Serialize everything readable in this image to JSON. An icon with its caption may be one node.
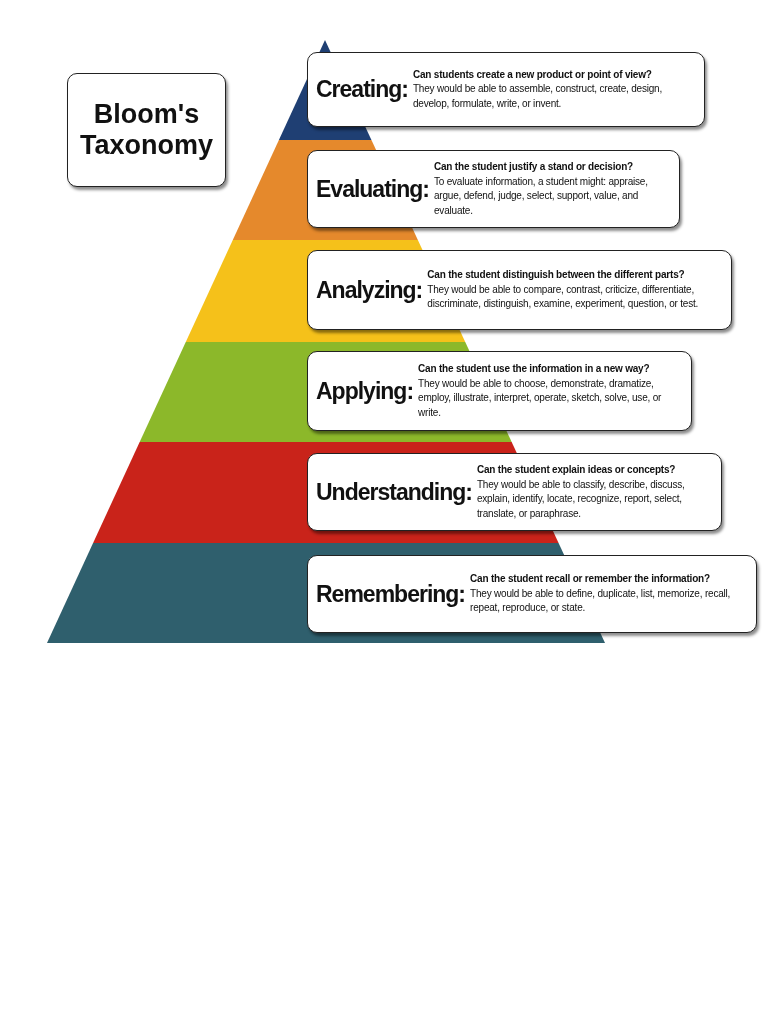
{
  "diagram": {
    "nodes": [
      {
        "text": [
          "Bloom's Taxonomy"
        ]
      },
      {
        "text": [
          "Creating:",
          "Can students create a new product or point of view?",
          "They would be able to assemble, construct, create, design, develop, formulate, write, or invent."
        ]
      },
      {
        "text": [
          "Evaluating:",
          "Can the student justify a stand or decision?",
          "To evaluate information, a student might: appraise, argue, defend, judge, select, support, value, and evaluate."
        ]
      },
      {
        "text": [
          "Analyzing:",
          "Can the student distinguish between the different parts?",
          "They would be able to compare, contrast, criticize, differentiate, discriminate, distinguish, examine, experiment, question, or test."
        ]
      },
      {
        "text": [
          "Applying:",
          "Can the student use the information in a new way?",
          "They would be able to choose, demonstrate, dramatize, employ, illustrate, interpret, operate, sketch, solve, use, or write."
        ]
      },
      {
        "text": [
          "Understanding:",
          "Can the student explain ideas or concepts?",
          "They would be able to classify, describe, discuss, explain, identify, locate, recognize, report, select, translate, or paraphrase."
        ]
      },
      {
        "text": [
          "Remembering:",
          "Can the student recall or remember the information?",
          "They would be able to define, duplicate, list, memorize, recall, repeat, reproduce, or state."
        ]
      }
    ]
  }
}
